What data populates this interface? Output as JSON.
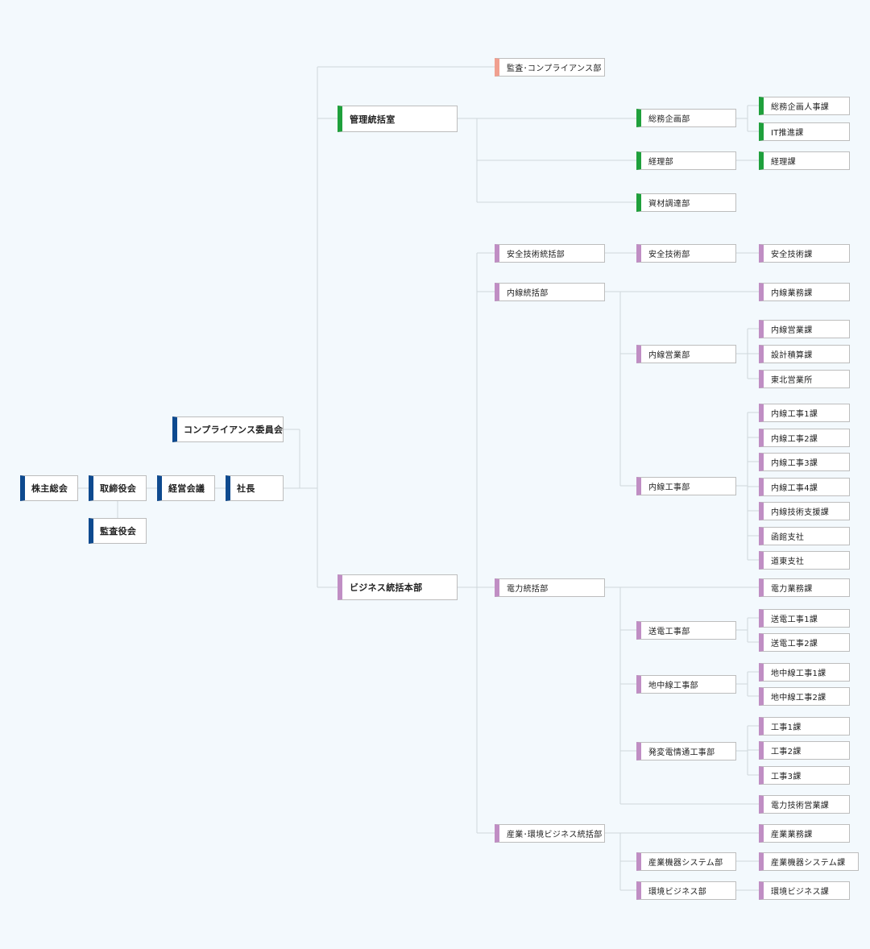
{
  "colors": {
    "top": "#0e4a8f",
    "audit": "#f0a090",
    "admin": "#1fa03c",
    "business": "#c08ec4",
    "line": "#cfd8dc"
  },
  "nodes": [
    {
      "id": "kabunushi",
      "label": "株主総会",
      "group": "top",
      "bold": true
    },
    {
      "id": "torishimari",
      "label": "取締役会",
      "group": "top",
      "bold": true
    },
    {
      "id": "kansayaku",
      "label": "監査役会",
      "group": "top",
      "bold": true
    },
    {
      "id": "keiei",
      "label": "経営会議",
      "group": "top",
      "bold": true
    },
    {
      "id": "shacho",
      "label": "社長",
      "group": "top",
      "bold": true
    },
    {
      "id": "compliance_iinkai",
      "label": "コンプライアンス委員会",
      "group": "top",
      "bold": true
    },
    {
      "id": "kansa_compliance",
      "label": "監査･コンプライアンス部",
      "group": "audit"
    },
    {
      "id": "kanri_toukatsu",
      "label": "管理統括室",
      "group": "admin",
      "bold": true
    },
    {
      "id": "soumu_kikaku_bu",
      "label": "総務企画部",
      "group": "admin"
    },
    {
      "id": "soumu_jinji_ka",
      "label": "総務企画人事課",
      "group": "admin"
    },
    {
      "id": "it_ka",
      "label": "IT推進課",
      "group": "admin"
    },
    {
      "id": "keiri_bu",
      "label": "経理部",
      "group": "admin"
    },
    {
      "id": "keiri_ka",
      "label": "経理課",
      "group": "admin"
    },
    {
      "id": "shizai_bu",
      "label": "資材調達部",
      "group": "admin"
    },
    {
      "id": "business_honbu",
      "label": "ビジネス統括本部",
      "group": "business",
      "bold": true
    },
    {
      "id": "anzen_toukatsu",
      "label": "安全技術統括部",
      "group": "business"
    },
    {
      "id": "anzen_bu",
      "label": "安全技術部",
      "group": "business"
    },
    {
      "id": "anzen_ka",
      "label": "安全技術課",
      "group": "business"
    },
    {
      "id": "naisen_toukatsu",
      "label": "内線統括部",
      "group": "business"
    },
    {
      "id": "naisen_gyoumu_ka",
      "label": "内線業務課",
      "group": "business"
    },
    {
      "id": "naisen_eigyou_bu",
      "label": "内線営業部",
      "group": "business"
    },
    {
      "id": "naisen_eigyou_ka",
      "label": "内線営業課",
      "group": "business"
    },
    {
      "id": "sekkei_ka",
      "label": "設計積算課",
      "group": "business"
    },
    {
      "id": "touhoku_eigyousho",
      "label": "東北営業所",
      "group": "business"
    },
    {
      "id": "naisen_kouji_bu",
      "label": "内線工事部",
      "group": "business"
    },
    {
      "id": "naisen_kouji1",
      "label": "内線工事1課",
      "group": "business"
    },
    {
      "id": "naisen_kouji2",
      "label": "内線工事2課",
      "group": "business"
    },
    {
      "id": "naisen_kouji3",
      "label": "内線工事3課",
      "group": "business"
    },
    {
      "id": "naisen_kouji4",
      "label": "内線工事4課",
      "group": "business"
    },
    {
      "id": "naisen_shien",
      "label": "内線技術支援課",
      "group": "business"
    },
    {
      "id": "hakodate",
      "label": "函館支社",
      "group": "business"
    },
    {
      "id": "douto",
      "label": "道東支社",
      "group": "business"
    },
    {
      "id": "denryoku_toukatsu",
      "label": "電力統括部",
      "group": "business"
    },
    {
      "id": "denryoku_gyoumu_ka",
      "label": "電力業務課",
      "group": "business"
    },
    {
      "id": "souden_bu",
      "label": "送電工事部",
      "group": "business"
    },
    {
      "id": "souden1",
      "label": "送電工事1課",
      "group": "business"
    },
    {
      "id": "souden2",
      "label": "送電工事2課",
      "group": "business"
    },
    {
      "id": "chichuu_bu",
      "label": "地中線工事部",
      "group": "business"
    },
    {
      "id": "chichuu1",
      "label": "地中線工事1課",
      "group": "business"
    },
    {
      "id": "chichuu2",
      "label": "地中線工事2課",
      "group": "business"
    },
    {
      "id": "hatsuhen_bu",
      "label": "発変電情通工事部",
      "group": "business"
    },
    {
      "id": "kouji1",
      "label": "工事1課",
      "group": "business"
    },
    {
      "id": "kouji2",
      "label": "工事2課",
      "group": "business"
    },
    {
      "id": "kouji3",
      "label": "工事3課",
      "group": "business"
    },
    {
      "id": "denryoku_eigyou_ka",
      "label": "電力技術営業課",
      "group": "business"
    },
    {
      "id": "sangyou_toukatsu",
      "label": "産業･環境ビジネス統括部",
      "group": "business"
    },
    {
      "id": "sangyou_gyoumu_ka",
      "label": "産業業務課",
      "group": "business"
    },
    {
      "id": "sangyou_kiki_bu",
      "label": "産業機器システム部",
      "group": "business"
    },
    {
      "id": "sangyou_kiki_ka",
      "label": "産業機器システム課",
      "group": "business"
    },
    {
      "id": "kankyou_bu",
      "label": "環境ビジネス部",
      "group": "business"
    },
    {
      "id": "kankyou_ka",
      "label": "環境ビジネス課",
      "group": "business"
    }
  ]
}
